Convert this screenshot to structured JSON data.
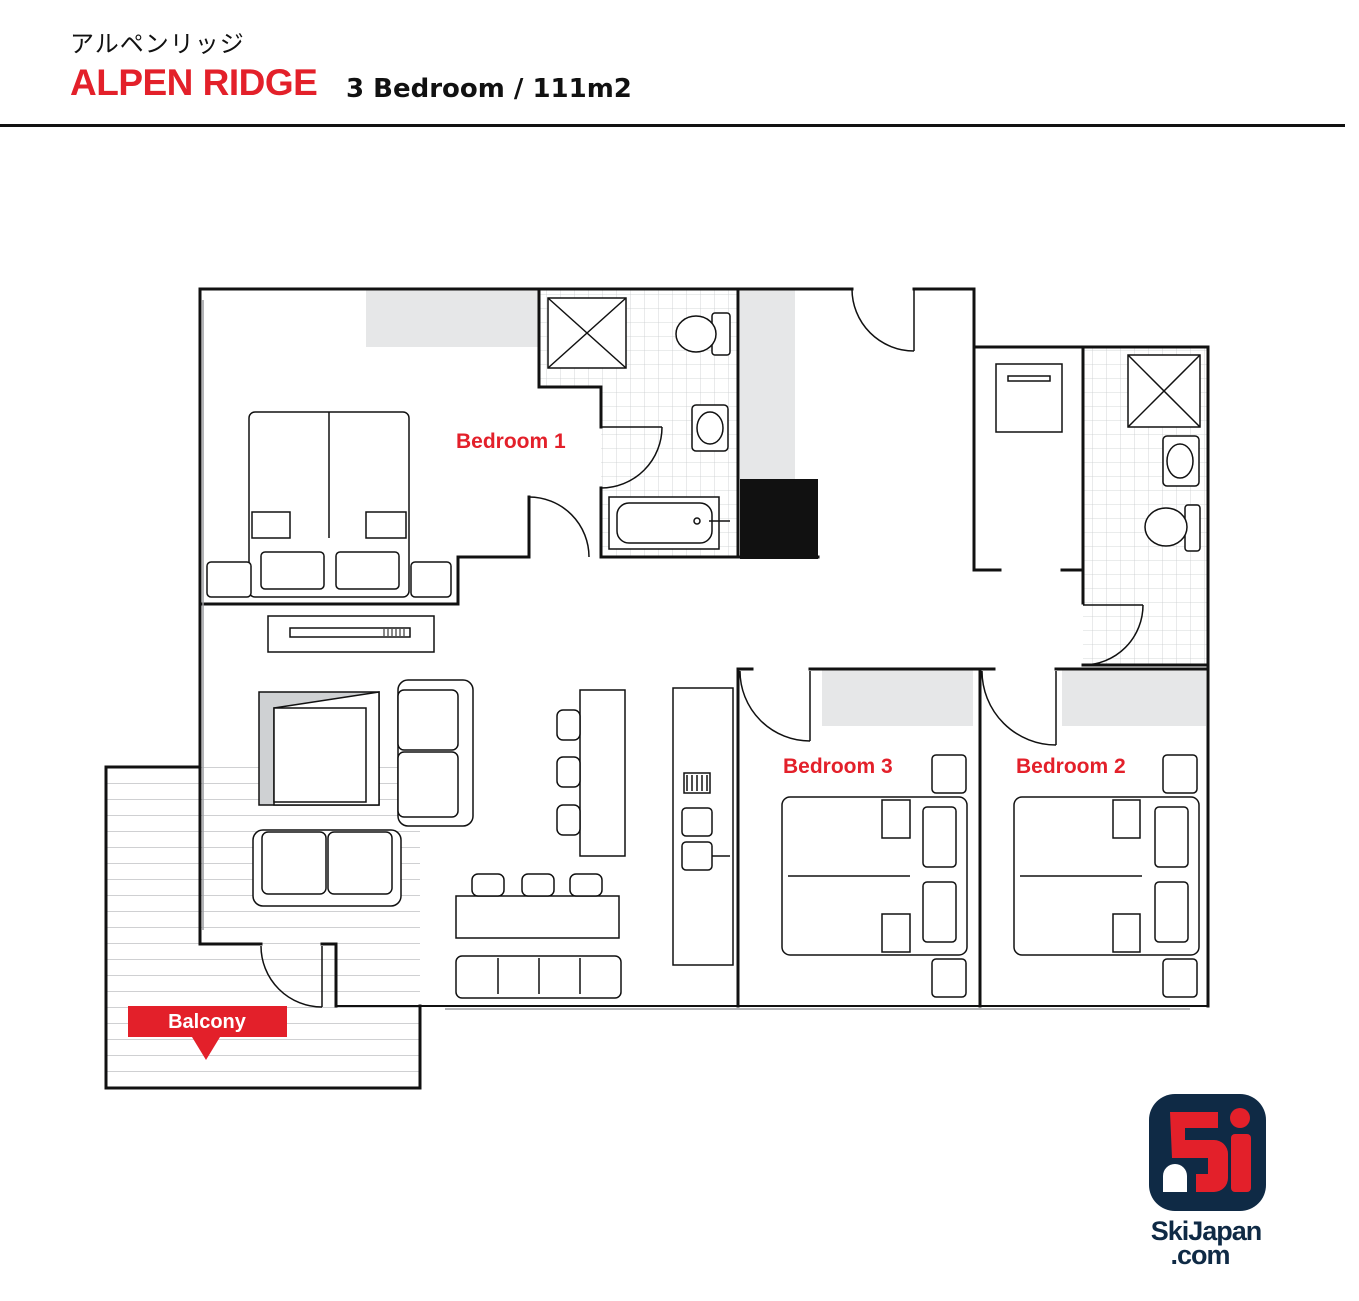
{
  "header": {
    "japanese_title": "アルペンリッジ",
    "title": "ALPEN RIDGE",
    "subtitle": "3 Bedroom / 111m2"
  },
  "rooms": {
    "bedroom1": "Bedroom 1",
    "bedroom2": "Bedroom 2",
    "bedroom3": "Bedroom 3",
    "balcony": "Balcony"
  },
  "logo": {
    "line1": "SkiJapan",
    "line2": ".com"
  },
  "colors": {
    "accent": "#e3202a",
    "navy": "#0f2a45",
    "wall": "#111111",
    "shade": "#e6e7e8"
  }
}
